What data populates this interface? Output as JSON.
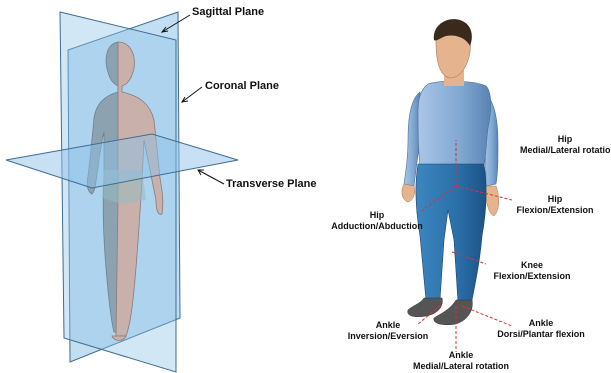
{
  "planes_figure": {
    "labels": {
      "sagittal": "Sagittal Plane",
      "coronal": "Coronal Plane",
      "transverse": "Transverse Plane"
    },
    "colors": {
      "plane_fill": "#8fc2e8",
      "plane_edge": "#3f6d91",
      "skin": "#f0a482",
      "shadow_half": "#8c8c8c"
    }
  },
  "joint_figure": {
    "labels": {
      "hip_rotation": {
        "line1": "Hip",
        "line2": "Medial/Lateral rotation"
      },
      "hip_flexion": {
        "line1": "Hip",
        "line2": "Flexion/Extension"
      },
      "hip_abduction": {
        "line1": "Hip",
        "line2": "Adduction/Abduction"
      },
      "knee": {
        "line1": "Knee",
        "line2": "Flexion/Extension"
      },
      "ankle_inversion": {
        "line1": "Ankle",
        "line2": "Inversion/Eversion"
      },
      "ankle_dorsi": {
        "line1": "Ankle",
        "line2": "Dorsi/Plantar flexion"
      },
      "ankle_rotation": {
        "line1": "Ankle",
        "line2": "Medial/Lateral rotation"
      }
    },
    "colors": {
      "shirt": "#7fa6d1",
      "pants": "#2a6fa8",
      "skin": "#e5b48e",
      "hair": "#3a2a1e",
      "shoes": "#555555",
      "axis_lines": "#e03030"
    }
  }
}
